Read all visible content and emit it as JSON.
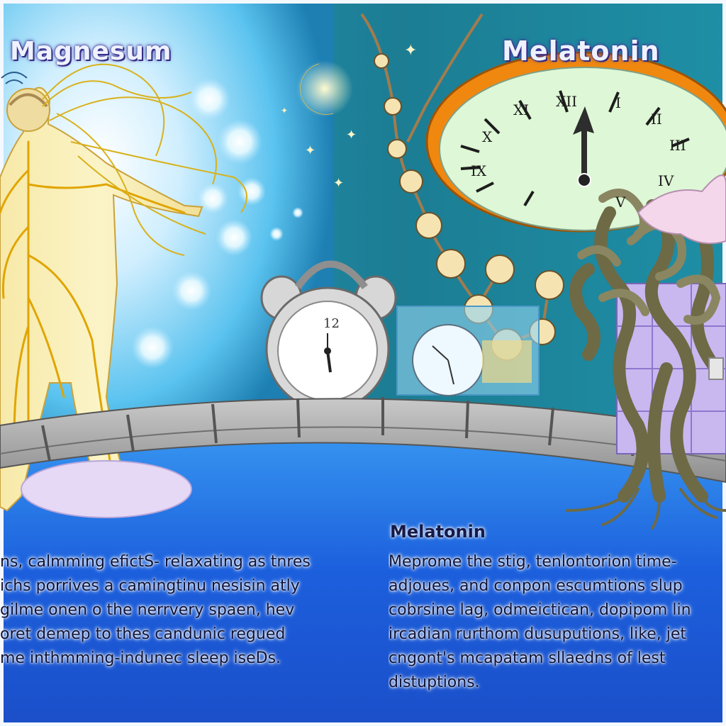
{
  "header": {
    "left_title": "Magnesum",
    "right_title": "Melatonin"
  },
  "captions": {
    "left": {
      "lines": [
        "ns, calmming efictS- relaxating as tnres",
        "ichs porrives a camingtinu nesisin atly",
        "gilme onen o the nerrvery spaen, hev",
        "oret demep to thes candunic regued",
        "me inthmming-indunec sleep iseDs."
      ]
    },
    "right": {
      "heading": "Melatonin",
      "lines": [
        "Meprome the stig, tenlontorion time-",
        "adjoues, and conpon escumtions slup",
        "cobrsine lag, odmeictican, dopipom lin",
        "ircadian rurthom dusuputions, like, jet",
        "cngont's mcapatam sllaedns of lest",
        "distuptions."
      ]
    }
  },
  "clocks": {
    "large_clock_numerals": [
      "XII",
      "I",
      "II",
      "III",
      "IV",
      "V",
      "XI",
      "X",
      "IX"
    ],
    "alarm_clock_numeral": "12"
  },
  "colors": {
    "sky": "#1f7fa0",
    "floor": "#1e63e0",
    "clock_rim": "#f0870f",
    "clock_face": "#def7d6",
    "nerves": "#e0a500",
    "tentacles": "#7e7a52"
  }
}
